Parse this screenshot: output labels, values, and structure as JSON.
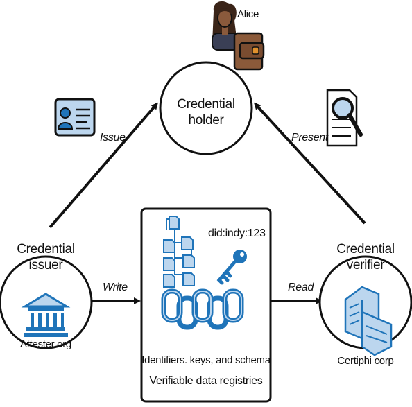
{
  "holder": {
    "name": "Alice",
    "title_line1": "Credential",
    "title_line2": "holder"
  },
  "issuer": {
    "title_line1": "Credential",
    "title_line2": "issuer",
    "org": "Attester org"
  },
  "verifier": {
    "title_line1": "Credential",
    "title_line2": "verifier",
    "org": "Certiphi corp"
  },
  "registry": {
    "did": "did:indy:123",
    "caption": "Identifiers. keys, and schema",
    "title": "Verifiable data registries"
  },
  "edges": {
    "issue": "Issue",
    "present": "Present",
    "write": "Write",
    "read": "Read"
  },
  "colors": {
    "accent_blue": "#1f74b9",
    "light_blue": "#bcd6ee",
    "skin": "#8a5a3c",
    "hair": "#3a2418",
    "wallet": "#8b5a3a",
    "wallet_clasp": "#e0902d",
    "line": "#111111"
  }
}
